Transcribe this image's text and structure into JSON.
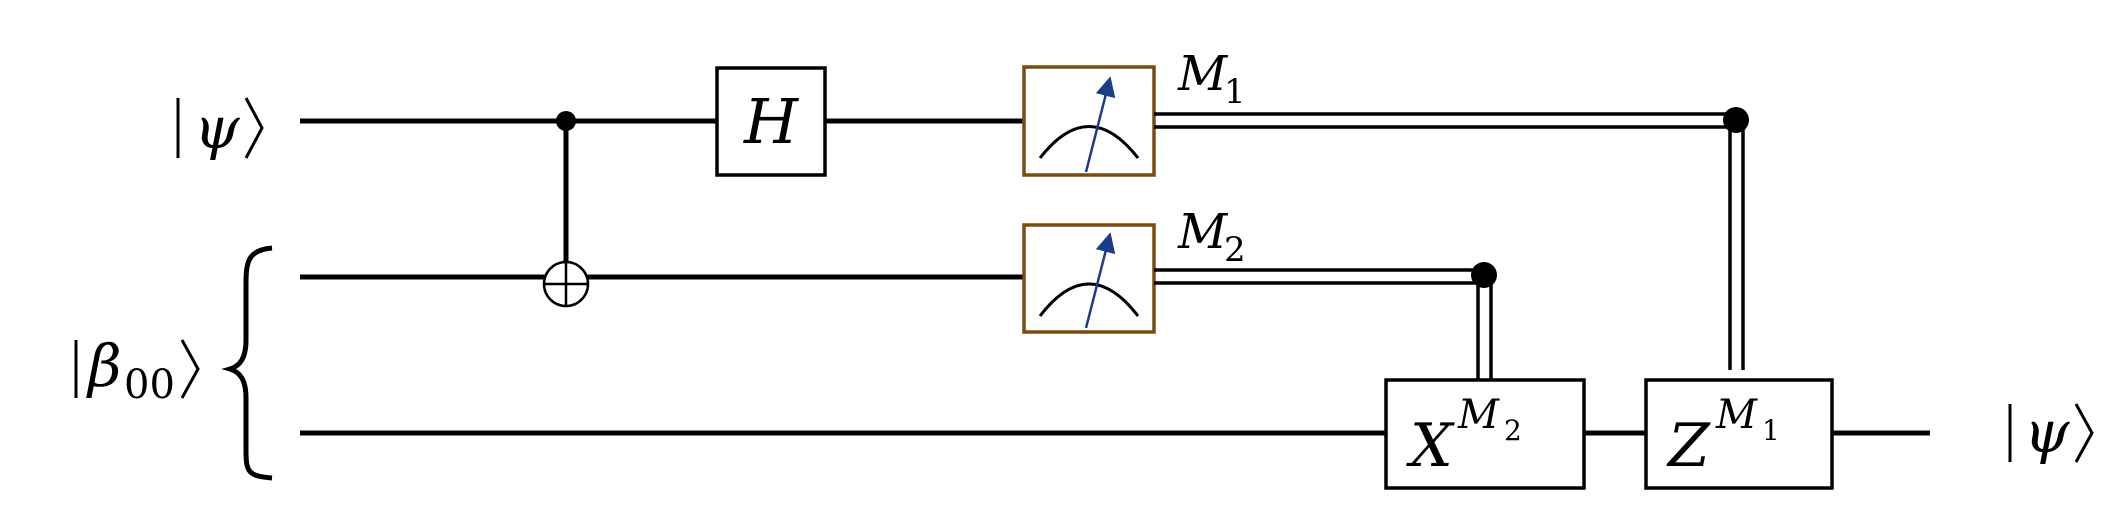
{
  "inputs": {
    "top": "ψ",
    "pair_symbol": "β",
    "pair_subscript": "00"
  },
  "output": "ψ",
  "gates": {
    "hadamard": "H",
    "x_base": "X",
    "z_base": "Z"
  },
  "measurements": {
    "m1_letter": "M",
    "m1_index": "1",
    "m2_letter": "M",
    "m2_index": "2"
  },
  "colors": {
    "ink": "#000000",
    "meter_border": "#7a4a12",
    "needle": "#1b3c8c"
  }
}
